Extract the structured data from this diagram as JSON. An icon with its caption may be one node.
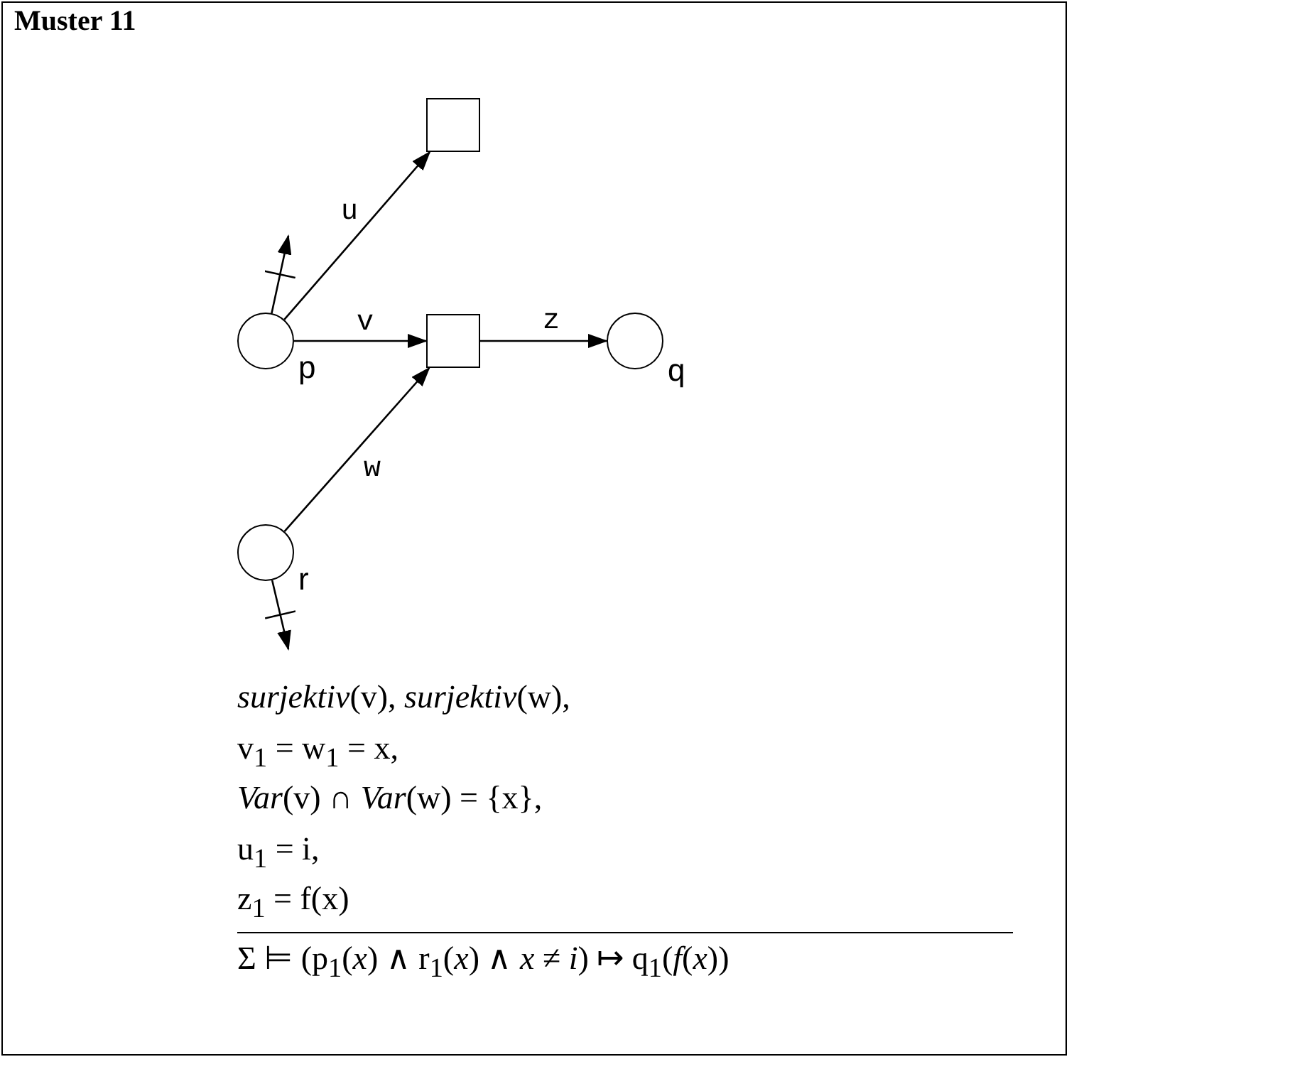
{
  "diagram": {
    "title": "Muster 11",
    "nodes": [
      {
        "text": [],
        "shape": "box"
      },
      {
        "text": [],
        "shape": "circle",
        "beside": [
          "p"
        ]
      },
      {
        "text": [],
        "shape": "box"
      },
      {
        "text": [],
        "shape": "circle",
        "beside": [
          "q"
        ]
      },
      {
        "text": [],
        "shape": "circle",
        "beside": [
          "r"
        ]
      }
    ],
    "edges": [
      {
        "from": 1,
        "to": null,
        "arrow": "to"
      },
      {
        "from": 1,
        "to": 0,
        "arrow": "to",
        "label": "u"
      },
      {
        "from": 1,
        "to": 2,
        "arrow": "to",
        "label": "v"
      },
      {
        "from": 2,
        "to": 3,
        "arrow": "to",
        "label": "z"
      },
      {
        "from": 4,
        "to": 2,
        "arrow": "to",
        "label": "w"
      },
      {
        "from": 4,
        "to": null,
        "arrow": "to"
      }
    ],
    "labels": [
      "*surjektiv*(v), *surjektiv*(w),",
      "v$_{1}$ = w$_{1}$ = x,",
      "*Var*(v) ∩ *Var*(w) = {x},",
      "u$_{1}$ = i,",
      "z$_{1}$ = f(x)",
      "Σ ⊨ (p$_{1}$(*x*) ∧ r$_{1}$(*x*) ∧ *x* ≠ *i*) ↦ q$_{1}$(*f*(*x*))"
    ]
  }
}
